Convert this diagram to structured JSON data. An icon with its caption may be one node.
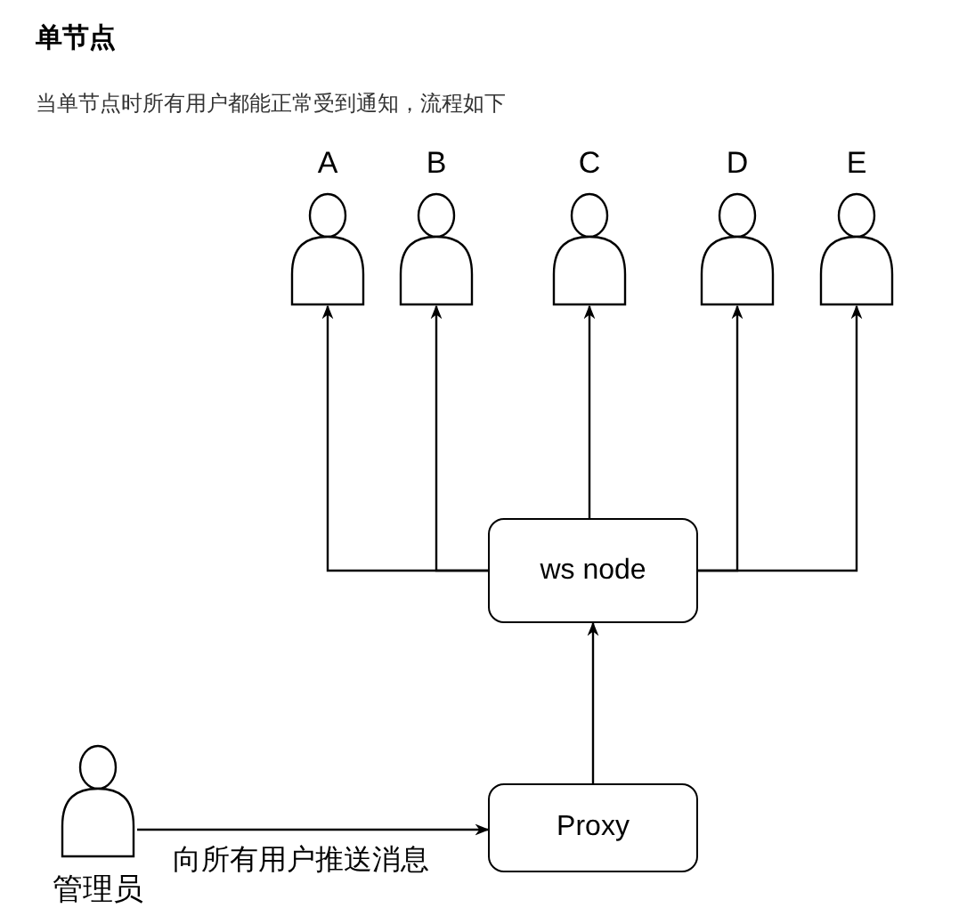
{
  "diagram": {
    "title": "单节点",
    "nodes": [
      {
        "text": [
          "A"
        ]
      },
      {
        "text": [
          "B"
        ]
      },
      {
        "text": [
          "C"
        ]
      },
      {
        "text": [
          "D"
        ]
      },
      {
        "text": [
          "E"
        ]
      },
      {
        "text": [
          "ws node"
        ]
      },
      {
        "text": [
          "Proxy"
        ]
      },
      {
        "text": [
          "管理员"
        ]
      }
    ],
    "edges": [
      {
        "from": 5,
        "to": 0,
        "arrow": "to"
      },
      {
        "from": 5,
        "to": 1,
        "arrow": "to"
      },
      {
        "from": 5,
        "to": 2,
        "arrow": "to"
      },
      {
        "from": 5,
        "to": 3,
        "arrow": "to"
      },
      {
        "from": 5,
        "to": 4,
        "arrow": "to"
      },
      {
        "from": 7,
        "to": 6,
        "arrow": "to",
        "label": "向所有用户推送消息"
      },
      {
        "from": 6,
        "to": 5,
        "arrow": "to"
      }
    ],
    "labels": [
      "当单节点时所有用户都能正常受到通知，流程如下"
    ]
  }
}
